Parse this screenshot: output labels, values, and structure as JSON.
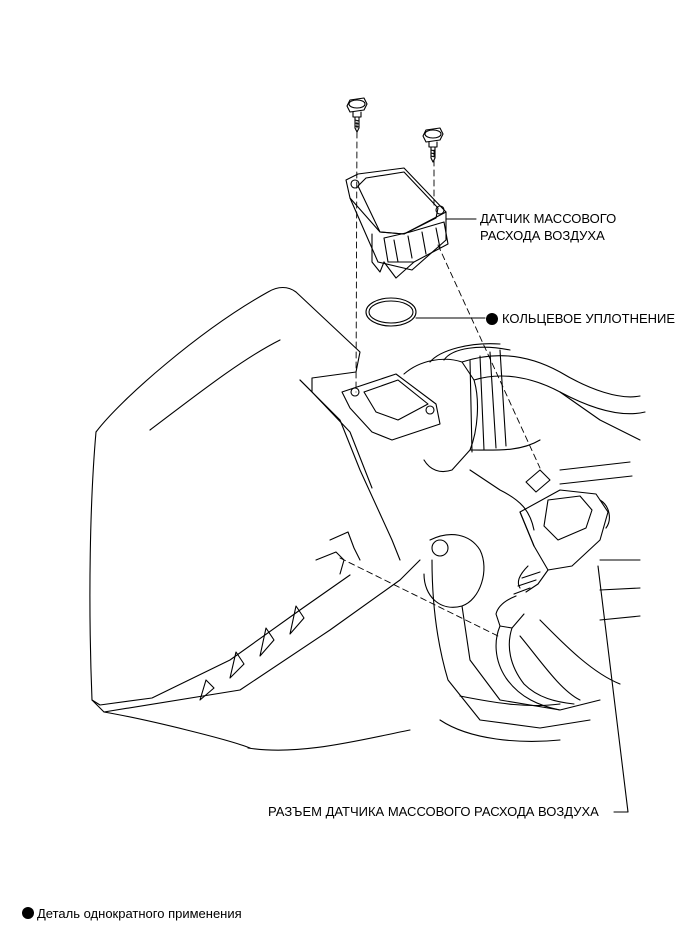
{
  "labels": {
    "maf_sensor_line1": "ДАТЧИК МАССОВОГО",
    "maf_sensor_line2": "РАСХОДА ВОЗДУХА",
    "o_ring": "КОЛЬЦЕВОЕ УПЛОТНЕНИЕ",
    "connector": "РАЗЪЕМ ДАТЧИКА МАССОВОГО РАСХОДА ВОЗДУХА"
  },
  "legend": {
    "text": "Деталь однократного применения",
    "marker_color": "#000000"
  },
  "colors": {
    "line": "#000000",
    "background": "#ffffff"
  }
}
